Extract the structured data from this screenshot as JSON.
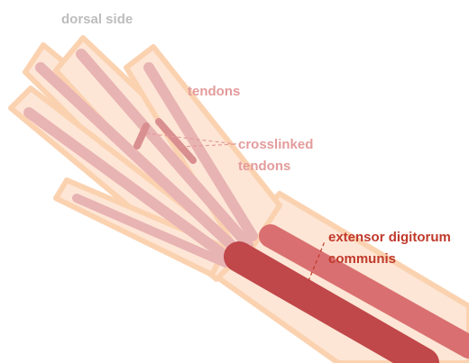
{
  "labels": {
    "dorsal": "dorsal side",
    "tendons": "tendons",
    "crosslinked_line1": "crosslinked",
    "crosslinked_line2": "tendons",
    "edc_line1": "extensor digitorum",
    "edc_line2": "communis"
  },
  "colors": {
    "skin": "#fde6d6",
    "skin_edge": "#fbd2b0",
    "tendon": "#e8b3b3",
    "tendon_dark": "#d98f8f",
    "muscle": "#c0474a",
    "muscle_light": "#d96f70",
    "label_grey": "#bdbdbd",
    "label_pink": "#e49b9b",
    "label_red": "#c0392b"
  }
}
